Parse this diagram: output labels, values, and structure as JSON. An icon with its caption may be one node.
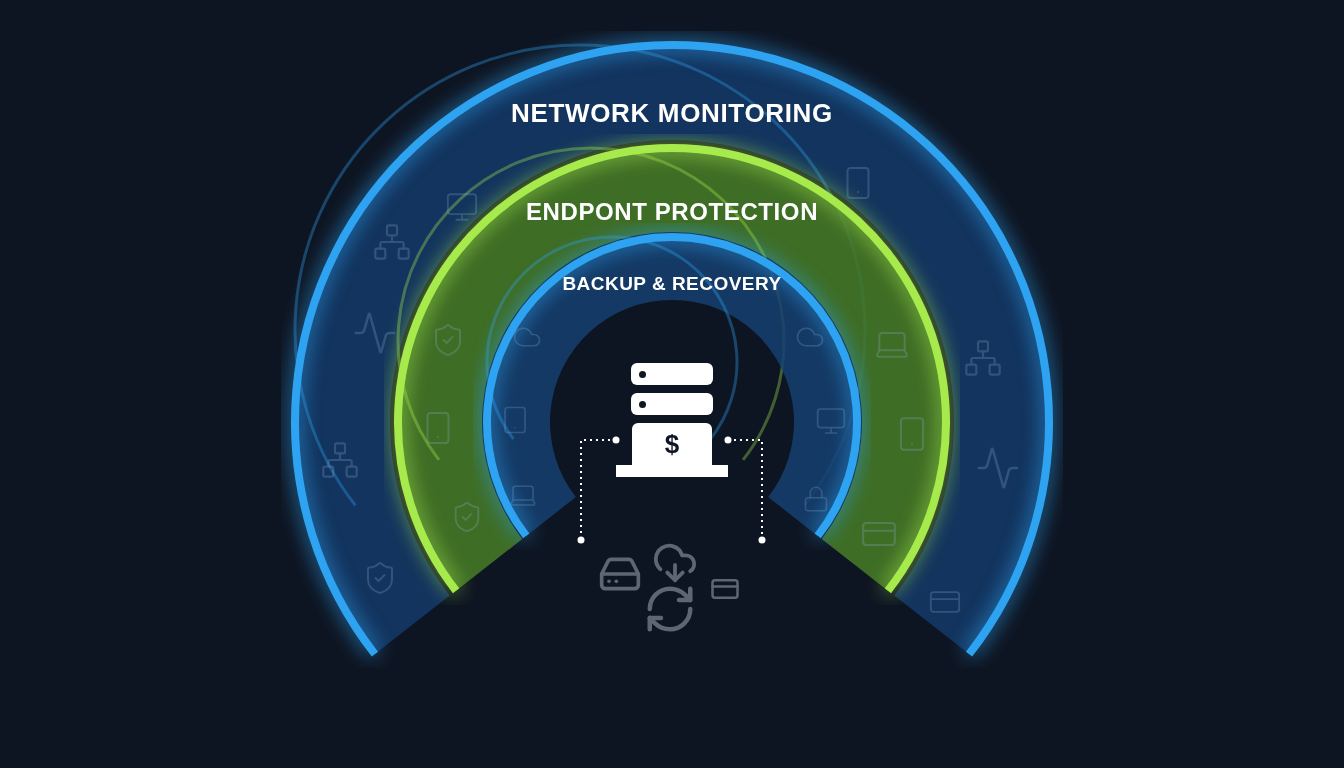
{
  "diagram": {
    "nodes": [
      {
        "text": [
          "NETWORK MONITORING"
        ]
      },
      {
        "text": [
          "ENDPONT PROTECTION"
        ]
      },
      {
        "text": [
          "BACKUP & RECOVERY"
        ]
      },
      {
        "text": [
          "$"
        ]
      },
      {
        "text": [],
        "shape": "picture"
      }
    ],
    "edges": [
      {
        "from": 3,
        "to": 4,
        "arrow": "other",
        "style": "dashed"
      },
      {
        "from": 3,
        "to": 4,
        "arrow": "other",
        "style": "dashed"
      }
    ]
  }
}
